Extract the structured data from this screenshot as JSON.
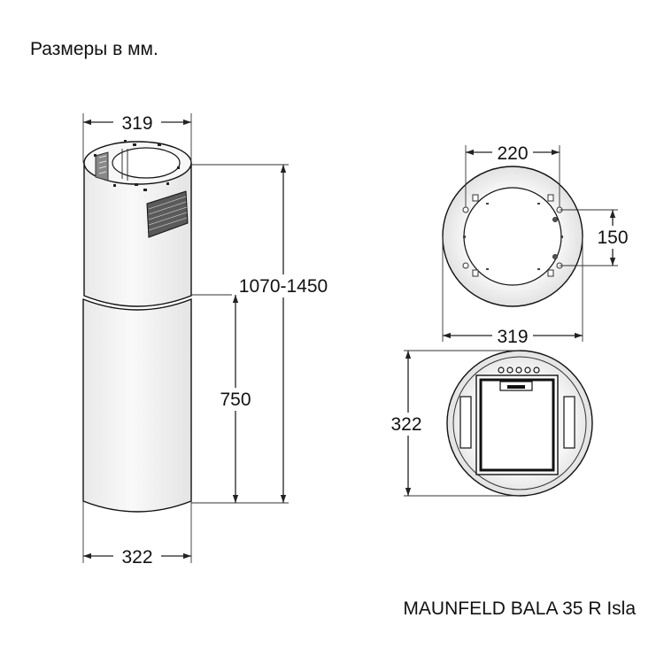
{
  "header": {
    "title": "Размеры в мм."
  },
  "footer": {
    "model": "MAUNFELD BALA 35 R Isla"
  },
  "side_view": {
    "top_width": "319",
    "total_height": "1070-1450",
    "lower_height": "750",
    "bottom_width": "322"
  },
  "top_view": {
    "hole_spacing_horizontal": "220",
    "hole_spacing_vertical": "150",
    "diameter": "319"
  },
  "bottom_view": {
    "diameter": "322"
  },
  "colors": {
    "line": "#111111",
    "fill_body": "#f3f3f3",
    "fill_grille": "#555555"
  }
}
